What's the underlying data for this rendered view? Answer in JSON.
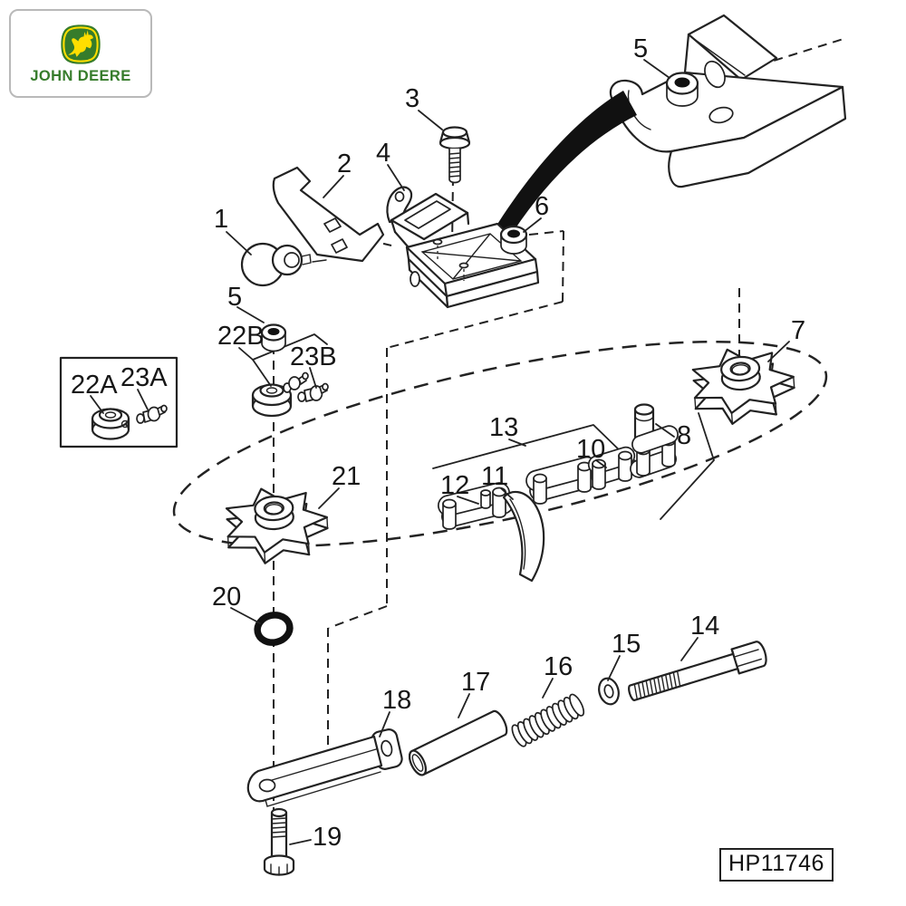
{
  "logo": {
    "wordmark": "JOHN DEERE"
  },
  "part_number_box": {
    "text": "HP11746"
  },
  "callouts": {
    "item_1": "1",
    "item_2": "2",
    "item_3": "3",
    "item_4": "4",
    "item_5_top": "5",
    "item_5_mid": "5",
    "item_6": "6",
    "item_7": "7",
    "item_8": "8",
    "item_10": "10",
    "item_11": "11",
    "item_12": "12",
    "item_13": "13",
    "item_14": "14",
    "item_15": "15",
    "item_16": "16",
    "item_17": "17",
    "item_18": "18",
    "item_19": "19",
    "item_20": "20",
    "item_21": "21",
    "item_22A": "22A",
    "item_23A": "23A",
    "item_22B": "22B",
    "item_23B": "23B"
  },
  "colors": {
    "jd_green": "#367C2B",
    "jd_yellow": "#FFDE00",
    "line": "#222222"
  }
}
